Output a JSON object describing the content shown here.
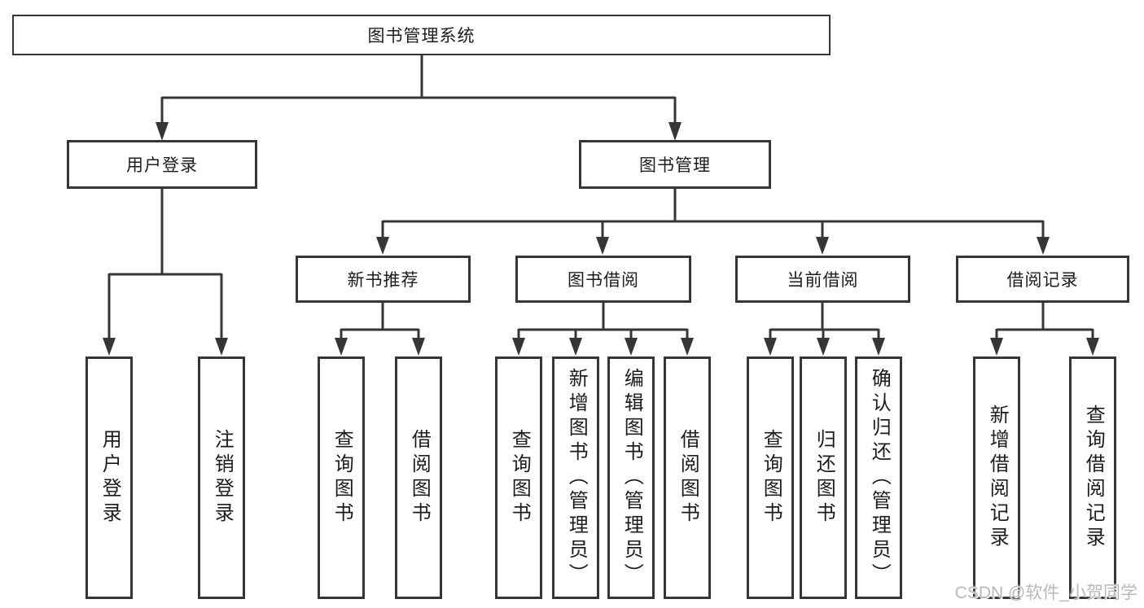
{
  "diagram": {
    "root_label": "图书管理系统",
    "level2": [
      {
        "label": "用户登录"
      },
      {
        "label": "图书管理"
      }
    ],
    "user_leaves": [
      "用户登录",
      "注销登录"
    ],
    "sections": [
      {
        "label": "新书推荐",
        "leaves": [
          "查询图书",
          "借阅图书"
        ]
      },
      {
        "label": "图书借阅",
        "leaves": [
          "查询图书",
          "新增图书（管理员）",
          "编辑图书（管理员）",
          "借阅图书"
        ]
      },
      {
        "label": "当前借阅",
        "leaves": [
          "查询图书",
          "归还图书",
          "确认归还（管理员）"
        ]
      },
      {
        "label": "借阅记录",
        "leaves": [
          "新增借阅记录",
          "查询借阅记录"
        ]
      }
    ]
  },
  "watermark": "CSDN @软件_小贺同学",
  "colors": {
    "line": "#363636",
    "text": "#1c1c1c",
    "watermark": "#b9b9b9",
    "background": "#ffffff"
  }
}
